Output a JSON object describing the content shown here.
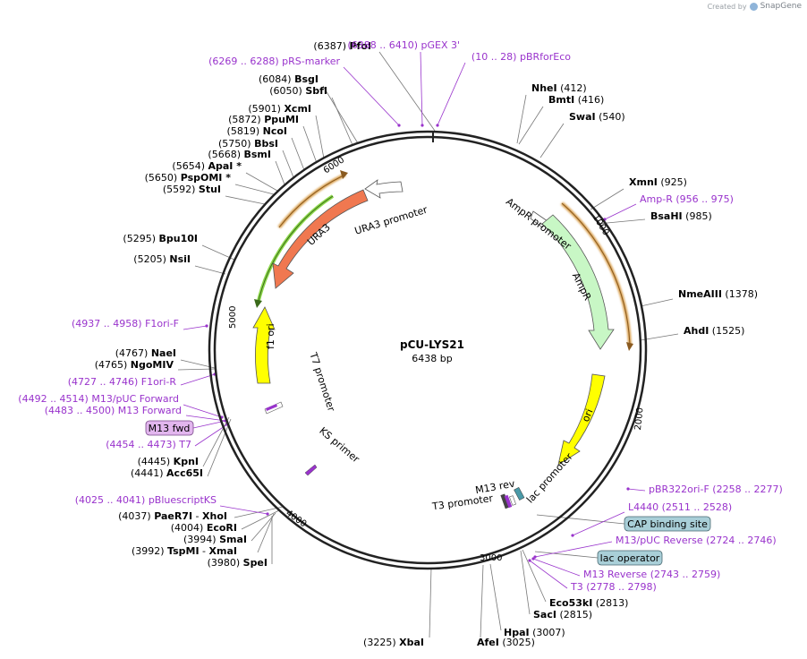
{
  "branding": {
    "created_by": "Created by",
    "product": "SnapGene"
  },
  "plasmid": {
    "name": "pCU-LYS21",
    "size_label": "6438 bp",
    "length": 6438
  },
  "ticks": [
    {
      "bp": 1000,
      "label": "1000"
    },
    {
      "bp": 2000,
      "label": "2000"
    },
    {
      "bp": 3000,
      "label": "3000"
    },
    {
      "bp": 4000,
      "label": "4000"
    },
    {
      "bp": 5000,
      "label": "5000"
    },
    {
      "bp": 6000,
      "label": "6000"
    }
  ],
  "colors": {
    "enzyme_text": "#000000",
    "primer_text": "#9933cc",
    "arrow_orange": "#f07850",
    "arrow_green": "#c8f7c5",
    "arrow_yellow": "#ffff00",
    "arrow_white": "#ffffff",
    "misc_box": "#a9cfd8",
    "primer_box": "#e2b6ee",
    "primer_mark": "#9933cc"
  },
  "enzymes": [
    {
      "pos": "(6387)",
      "name": "PfoI",
      "side": "L"
    },
    {
      "pos": "(6084)",
      "name": "BsgI",
      "side": "L"
    },
    {
      "pos": "(6050)",
      "name": "SbfI",
      "side": "L"
    },
    {
      "pos": "(5901)",
      "name": "XcmI",
      "side": "L"
    },
    {
      "pos": "(5872)",
      "name": "PpuMI",
      "side": "L"
    },
    {
      "pos": "(5819)",
      "name": "NcoI",
      "side": "L"
    },
    {
      "pos": "(5750)",
      "name": "BbsI",
      "side": "L"
    },
    {
      "pos": "(5668)",
      "name": "BsmI",
      "side": "L"
    },
    {
      "pos": "(5654)",
      "name": "ApaI",
      "suffix": "*",
      "side": "L"
    },
    {
      "pos": "(5650)",
      "name": "PspOMI",
      "suffix": "*",
      "side": "L"
    },
    {
      "pos": "(5592)",
      "name": "StuI",
      "side": "L"
    },
    {
      "pos": "(5295)",
      "name": "Bpu10I",
      "side": "L"
    },
    {
      "pos": "(5205)",
      "name": "NsiI",
      "side": "L"
    },
    {
      "pos": "(4767)",
      "name": "NaeI",
      "side": "L"
    },
    {
      "pos": "(4765)",
      "name": "NgoMIV",
      "side": "L"
    },
    {
      "pos": "(4445)",
      "name": "KpnI",
      "side": "L"
    },
    {
      "pos": "(4441)",
      "name": "Acc65I",
      "side": "L"
    },
    {
      "pos": "(4037)",
      "name": "PaeR7I",
      "name2": "XhoI",
      "side": "L"
    },
    {
      "pos": "(4004)",
      "name": "EcoRI",
      "side": "L"
    },
    {
      "pos": "(3994)",
      "name": "SmaI",
      "side": "L"
    },
    {
      "pos": "(3992)",
      "name": "TspMI",
      "name2": "XmaI",
      "side": "L"
    },
    {
      "pos": "(3980)",
      "name": "SpeI",
      "side": "L"
    },
    {
      "pos": "(3225)",
      "name": "XbaI",
      "side": "L"
    },
    {
      "pos": "(412)",
      "name": "NheI",
      "side": "R"
    },
    {
      "pos": "(416)",
      "name": "BmtI",
      "side": "R"
    },
    {
      "pos": "(540)",
      "name": "SwaI",
      "side": "R"
    },
    {
      "pos": "(925)",
      "name": "XmnI",
      "side": "R"
    },
    {
      "pos": "(985)",
      "name": "BsaHI",
      "side": "R"
    },
    {
      "pos": "(1378)",
      "name": "NmeAIII",
      "side": "R"
    },
    {
      "pos": "(1525)",
      "name": "AhdI",
      "side": "R"
    },
    {
      "pos": "(2813)",
      "name": "Eco53kI",
      "side": "R"
    },
    {
      "pos": "(2815)",
      "name": "SacI",
      "side": "R"
    },
    {
      "pos": "(3007)",
      "name": "HpaI",
      "side": "R"
    },
    {
      "pos": "(3025)",
      "name": "AfeI",
      "side": "R"
    }
  ],
  "primers": [
    {
      "pos": "(6269 .. 6288)",
      "name": "pRS-marker",
      "side": "L"
    },
    {
      "pos": "(4937 .. 4958)",
      "name": "F1ori-F",
      "side": "L"
    },
    {
      "pos": "(4727 .. 4746)",
      "name": "F1ori-R",
      "side": "L"
    },
    {
      "pos": "(4492 .. 4514)",
      "name": "M13/pUC Forward",
      "side": "L"
    },
    {
      "pos": "(4483 .. 4500)",
      "name": "M13 Forward",
      "side": "L"
    },
    {
      "pos": "(4454 .. 4473)",
      "name": "T7",
      "side": "L"
    },
    {
      "pos": "(4025 .. 4041)",
      "name": "pBluescriptKS",
      "side": "L"
    },
    {
      "pos": "(6388 .. 6410)",
      "name": "pGEX 3'",
      "side": "L"
    },
    {
      "pos": "(10 .. 28)",
      "name": "pBRforEco",
      "side": "L"
    },
    {
      "pos": "(956 .. 975)",
      "name": "Amp-R",
      "side": "L"
    },
    {
      "pos": "(2258 .. 2277)",
      "name": "pBR322ori-F",
      "side": "L"
    },
    {
      "pos": "(2511 .. 2528)",
      "name": "L4440",
      "side": "L"
    },
    {
      "pos": "(2724 .. 2746)",
      "name": "M13/pUC Reverse",
      "side": "L"
    },
    {
      "pos": "(2743 .. 2759)",
      "name": "M13 Reverse",
      "side": "L"
    },
    {
      "pos": "(2778 .. 2798)",
      "name": "T3",
      "side": "L"
    }
  ],
  "boxed_features": [
    {
      "label": "CAP binding site",
      "kind": "misc"
    },
    {
      "label": "lac operator",
      "kind": "misc"
    },
    {
      "label": "M13 fwd",
      "kind": "primer"
    }
  ],
  "feature_labels": {
    "ura3": "URA3",
    "ura3_promoter": "URA3 promoter",
    "ampr_promoter": "AmpR promoter",
    "ampr": "AmpR",
    "ori": "ori",
    "f1_ori": "f1 ori",
    "t7_promoter": "T7 promoter",
    "ks_primer": "KS primer",
    "m13_rev": "M13 rev",
    "lac_promoter": "lac promoter",
    "t3_promoter": "T3 promoter"
  }
}
